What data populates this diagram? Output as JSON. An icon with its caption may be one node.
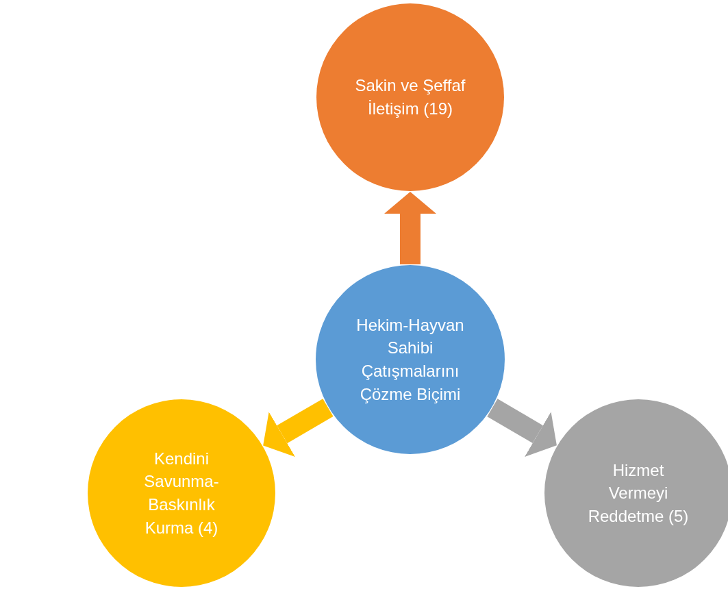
{
  "diagram": {
    "nodes": [
      {
        "text": [
          "Sakin ve Şeffaf İletişim (19)"
        ]
      },
      {
        "text": [
          "Hekim-Hayvan Sahibi Çatışmalarını Çözme Biçimi"
        ]
      },
      {
        "text": [
          "Kendini Savunma-Baskınlık Kurma (4)"
        ]
      },
      {
        "text": [
          "Hizmet Vermeyi Reddetme (5)"
        ]
      }
    ],
    "edges": [
      {
        "from": 1,
        "to": 0,
        "arrow": "to",
        "color": "#ed7d31"
      },
      {
        "from": 1,
        "to": 2,
        "arrow": "to",
        "color": "#ffc000"
      },
      {
        "from": 1,
        "to": 3,
        "arrow": "to",
        "color": "#a5a5a5"
      }
    ]
  }
}
